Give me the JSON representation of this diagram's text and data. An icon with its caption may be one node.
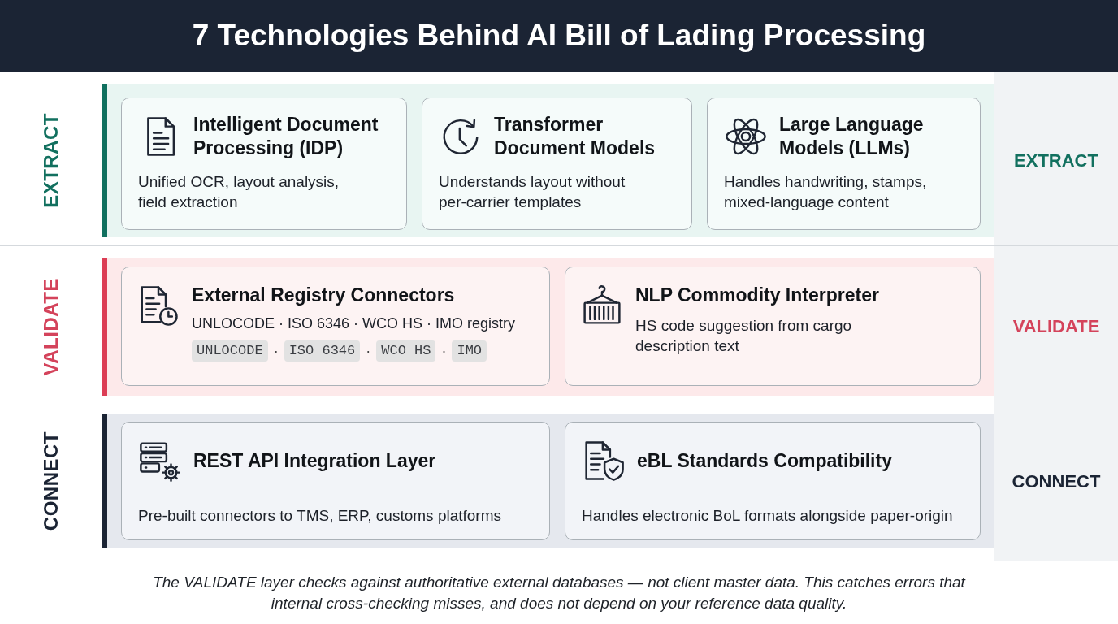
{
  "diagram": {
    "title": "7 Technologies Behind AI Bill of Lading Processing",
    "caption": "The VALIDATE layer checks against authoritative external databases — not client master data. This catches errors that internal cross-checking misses, and does not depend on your reference data quality.",
    "nodes": [
      {
        "text": [
          "EXTRACT"
        ],
        "beside": [
          "EXTRACT"
        ]
      },
      {
        "text": [
          "Intelligent Document Processing (IDP)",
          "Unified OCR, layout analysis, field extraction"
        ],
        "in": 0
      },
      {
        "text": [
          "Transformer Document Models",
          "Understands layout without per-carrier templates"
        ],
        "in": 0
      },
      {
        "text": [
          "Large Language Models (LLMs)",
          "Handles handwriting, stamps, mixed-language content"
        ],
        "in": 0
      },
      {
        "text": [
          "VALIDATE"
        ],
        "beside": [
          "VALIDATE"
        ]
      },
      {
        "text": [
          "External Registry Connectors",
          "UNLOCODE · ISO 6346 · WCO HS · IMO registry"
        ],
        "in": 4
      },
      {
        "text": [
          "UNLOCODE"
        ],
        "in": 5
      },
      {
        "text": [
          "ISO 6346"
        ],
        "in": 5
      },
      {
        "text": [
          "WCO HS"
        ],
        "in": 5
      },
      {
        "text": [
          "IMO"
        ],
        "in": 5
      },
      {
        "text": [
          "NLP Commodity Interpreter",
          "HS code suggestion from cargo description text"
        ],
        "in": 4
      },
      {
        "text": [
          "CONNECT"
        ],
        "beside": [
          "CONNECT"
        ]
      },
      {
        "text": [
          "REST API Integration Layer",
          "Pre-built connectors to TMS, ERP, customs platforms"
        ],
        "in": 11
      },
      {
        "text": [
          "eBL Standards Compatibility",
          "Handles electronic BoL formats alongside paper-origin"
        ],
        "in": 11
      }
    ],
    "labels": [
      "·",
      "·",
      "·"
    ]
  }
}
